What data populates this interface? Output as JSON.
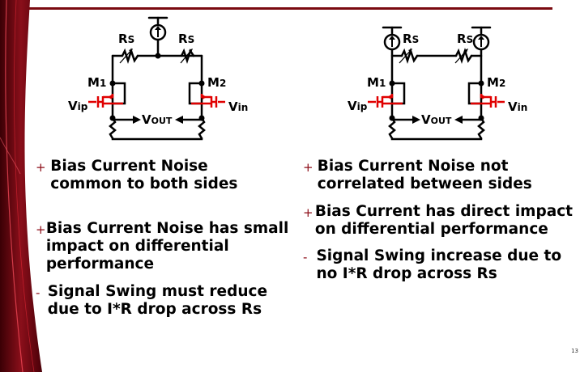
{
  "circuits": [
    {
      "rs_left": "R",
      "rs_left_sub": "S",
      "rs_right": "R",
      "rs_right_sub": "S",
      "m1": "M",
      "m1_sub": "1",
      "m2": "M",
      "m2_sub": "2",
      "vip": "V",
      "vip_sub": "ip",
      "vin": "V",
      "vin_sub": "in",
      "vout": "V",
      "vout_sub": "OUT"
    },
    {
      "rs_left": "R",
      "rs_left_sub": "S",
      "rs_right": "R",
      "rs_right_sub": "S",
      "m1": "M",
      "m1_sub": "1",
      "m2": "M",
      "m2_sub": "2",
      "vip": "V",
      "vip_sub": "ip",
      "vin": "V",
      "vin_sub": "in",
      "vout": "V",
      "vout_sub": "OUT"
    }
  ],
  "left_bullets": [
    {
      "mark": "+",
      "text": "Bias Current Noise common to both sides"
    },
    {
      "mark": "+",
      "text": "Bias Current Noise has small impact on differential performance"
    },
    {
      "mark": "-",
      "text": "Signal Swing must reduce due to I*R drop across  Rs"
    }
  ],
  "right_bullets": [
    {
      "mark": "+",
      "text": "Bias Current Noise not correlated between sides"
    },
    {
      "mark": "+",
      "text": "Bias Current has direct impact on differential performance"
    },
    {
      "mark": "-",
      "text": "Signal Swing increase due to no I*R drop across  Rs"
    }
  ],
  "slide_number": "13",
  "colors": {
    "accent": "#7a0a10",
    "transistor": "#e00000",
    "wire": "#000000"
  }
}
